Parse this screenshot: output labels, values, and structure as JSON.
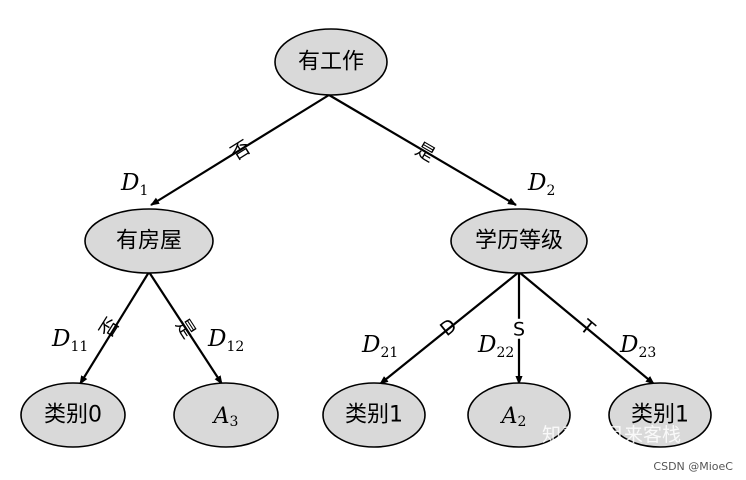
{
  "nodes": {
    "root": "有工作",
    "house": "有房屋",
    "edu": "学历等级",
    "c0": "类别0",
    "a3_main": "A",
    "a3_sub": "3",
    "c1a": "类别1",
    "a2_main": "A",
    "a2_sub": "2",
    "c1b": "类别1"
  },
  "edges": {
    "root_house": "否",
    "root_edu": "是",
    "house_c0": "否",
    "house_a3": "是",
    "edu_c1a": "D",
    "edu_a2": "S",
    "edu_c1b": "T"
  },
  "sets": {
    "d1": {
      "main": "D",
      "sub": "1"
    },
    "d2": {
      "main": "D",
      "sub": "2"
    },
    "d11": {
      "main": "D",
      "sub": "11"
    },
    "d12": {
      "main": "D",
      "sub": "12"
    },
    "d21": {
      "main": "D",
      "sub": "21"
    },
    "d22": {
      "main": "D",
      "sub": "22"
    },
    "d23": {
      "main": "D",
      "sub": "23"
    }
  },
  "watermark": "知乎 @月来客栈",
  "credit": "CSDN @MioeC"
}
